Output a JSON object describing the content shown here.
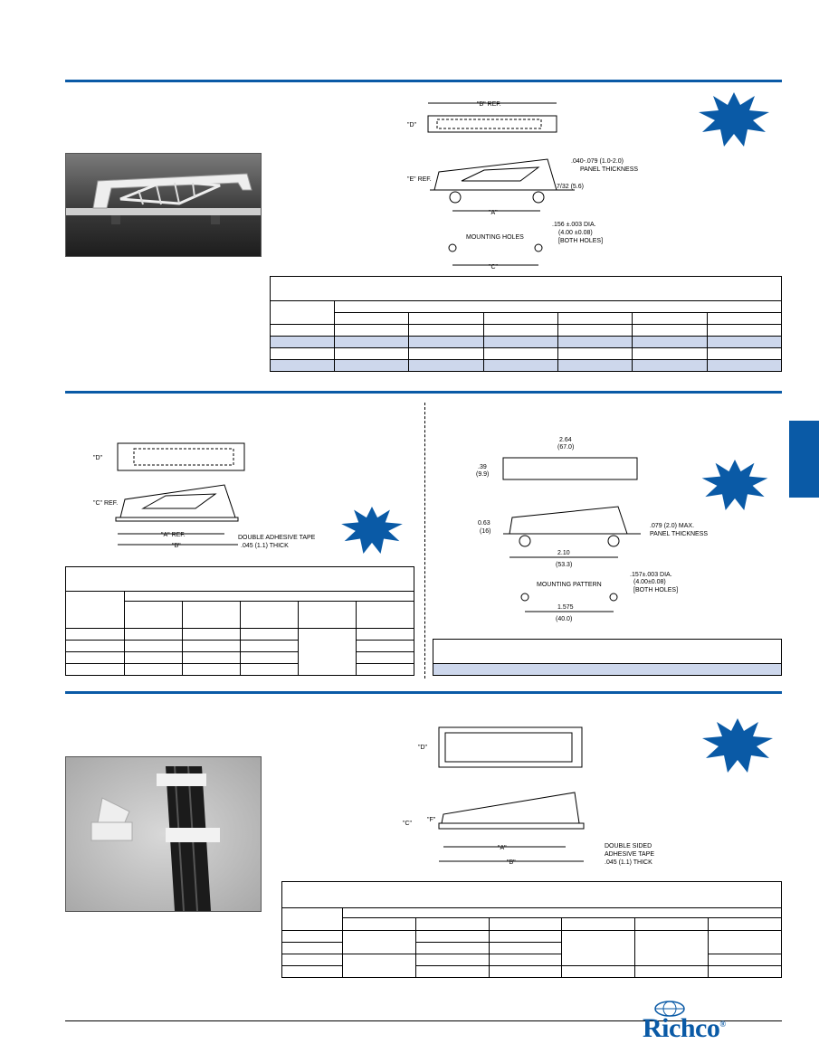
{
  "brand": {
    "name": "Richco",
    "registered": "®",
    "accent": "#0a5aa6",
    "table_tint": "#cdd7ec"
  },
  "section1": {
    "dims": {
      "b_ref": "\"B\" REF.",
      "d": "\"D\"",
      "e_ref": "\"E\" REF.",
      "a": "\"A\"",
      "c": "\"C\"",
      "panel1": ".040-.079 (1.0-2.0)",
      "panel2": "PANEL THICKNESS",
      "height": "7/32 (5.6)",
      "mounting": "MOUNTING HOLES",
      "dia1": ".156 ±.003 DIA.",
      "dia2": "(4.00 ±0.08)",
      "dia3": "[BOTH HOLES]"
    }
  },
  "section2a": {
    "dims": {
      "d": "\"D\"",
      "c_ref": "\"C\" REF.",
      "a_ref": "\"A\" REF.",
      "b": "\"B\"",
      "tape1": "DOUBLE ADHESIVE TAPE",
      "tape2": ".045 (1.1) THICK"
    }
  },
  "section2b": {
    "dims": {
      "len1": "2.64",
      "len2": "(67.0)",
      "h1": ".39",
      "h2": "(9.9)",
      "ht1": "0.63",
      "ht2": "(16)",
      "panel1": ".079 (2.0) MAX.",
      "panel2": "PANEL THICKNESS",
      "base1": "2.10",
      "base2": "(53.3)",
      "mounting": "MOUNTING PATTERN",
      "dia1": ".157±.003 DIA.",
      "dia2": "(4.00±0.08)",
      "dia3": "[BOTH HOLES]",
      "pitch1": "1.575",
      "pitch2": "(40.0)"
    }
  },
  "section3": {
    "dims": {
      "d": "\"D\"",
      "c": "\"C\"",
      "f": "\"F\"",
      "a": "\"A\"",
      "b": "\"B\"",
      "tape1": "DOUBLE SIDED",
      "tape2": "ADHESIVE TAPE",
      "tape3": ".045 (1.1) THICK"
    }
  }
}
